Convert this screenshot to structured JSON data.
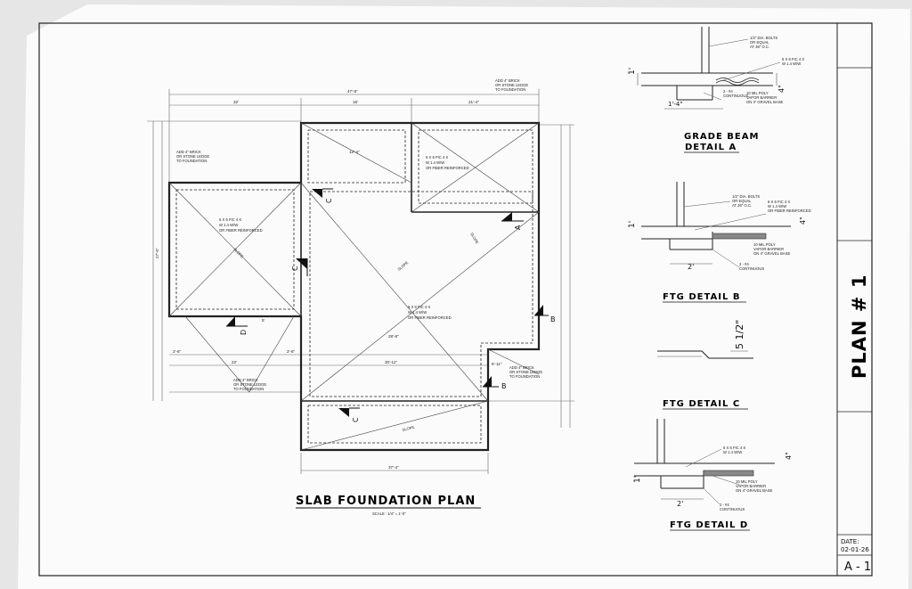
{
  "plan_title": "SLAB FOUNDATION PLAN",
  "plan_scale": "SCALE : 1/4\" = 1'-0\"",
  "sheet": {
    "plan_name": "PLAN # 1",
    "date_label": "DATE:",
    "date": "02-01-26",
    "sheet_number": "A - 1"
  },
  "details": {
    "a": {
      "title_line1": "GRADE BEAM",
      "title_line2": "DETAIL A",
      "dims": {
        "left": "1'",
        "right": "4\"",
        "width": "1'-4\""
      },
      "notes": {
        "bolts": [
          "1/2\" DIA. BOLTS",
          "OR EQUAL",
          "AT 36\" O.C."
        ],
        "mesh": [
          "6 X 6 FIC 4 X",
          "W 1.4 W/W"
        ],
        "rebar": [
          "2 - #4",
          "CONTINUOUS"
        ],
        "vapor": [
          "10 MIL POLY",
          "VAPOR BARRIER",
          "ON 4\" GRAVEL BASE"
        ]
      }
    },
    "b": {
      "title": "FTG DETAIL B",
      "dims": {
        "left": "1'",
        "right": "4\"",
        "width": "2'"
      },
      "notes": {
        "bolts": [
          "1/2\" DIA. BOLTS",
          "OR EQUAL",
          "AT 36\" O.C."
        ],
        "mesh": [
          "6 X 6 FIC 4 X",
          "W 1.4 W/W",
          "OR FIBER REINFORCED"
        ],
        "vapor": [
          "10 MIL POLY",
          "VAPOR BARRIER",
          "ON 4\" GRAVEL BASE"
        ],
        "rebar": [
          "2 - #4",
          "CONTINUOUS"
        ]
      }
    },
    "c": {
      "title": "FTG DETAIL C",
      "dim": "5 1/2\""
    },
    "d": {
      "title": "FTG DETAIL D",
      "dims": {
        "left": "1'",
        "right": "4\"",
        "width": "2'"
      },
      "notes": {
        "mesh": [
          "6 X 6 FIC 4 X",
          "W 1.4 W/W"
        ],
        "vapor": [
          "10 MIL POLY",
          "VAPOR BARRIER",
          "ON 4\" GRAVEL BASE"
        ],
        "rebar": [
          "2 - #4",
          "CONTINUOUS"
        ]
      }
    }
  },
  "plan": {
    "dims_top": {
      "overall": "47'-8\"",
      "left": "32'",
      "mid": "16'",
      "right": "21'-4\""
    },
    "dims_bottom": {
      "a": "2'-6\"",
      "b": "22'",
      "c": "2'-6\"",
      "d": "37'-4\"",
      "e": "30'-11\""
    },
    "dims_left": "27'-0\"",
    "dims_interior": {
      "porch_top": "12'-4\"",
      "mid": "28'-8\"",
      "right_b": "6'-11\"",
      "left_b": "5'"
    },
    "zone_notes": [
      [
        "6 X 6 FIC 4 X",
        "W 1.4 W/W",
        "OR FIBER REINFORCED"
      ],
      [
        "6 X 6 FIC 4 X",
        "W 1.4 W/W",
        "OR FIBER REINFORCED"
      ],
      [
        "6 X 6 FIC 4 X",
        "W 1.4 W/W",
        "OR FIBER REINFORCED"
      ]
    ],
    "brick_notes": [
      [
        "ADD 4\" BRICK",
        "OR STONE LEDGE",
        "TO FOUNDATION"
      ],
      [
        "ADD 4\" BRICK",
        "OR STONE LEDGE",
        "TO FOUNDATION"
      ],
      [
        "ADD 4\" BRICK",
        "OR STONE LEDGE",
        "TO FOUNDATION"
      ],
      [
        "ADD 4\" BRICK",
        "OR STONE LEDGE",
        "TO FOUNDATION"
      ]
    ],
    "slope_labels": [
      "SLOPE",
      "SLOPE",
      "SLOPE",
      "SLOPE"
    ],
    "section_markers": [
      "C",
      "A",
      "C",
      "D",
      "B",
      "B",
      "C"
    ]
  }
}
